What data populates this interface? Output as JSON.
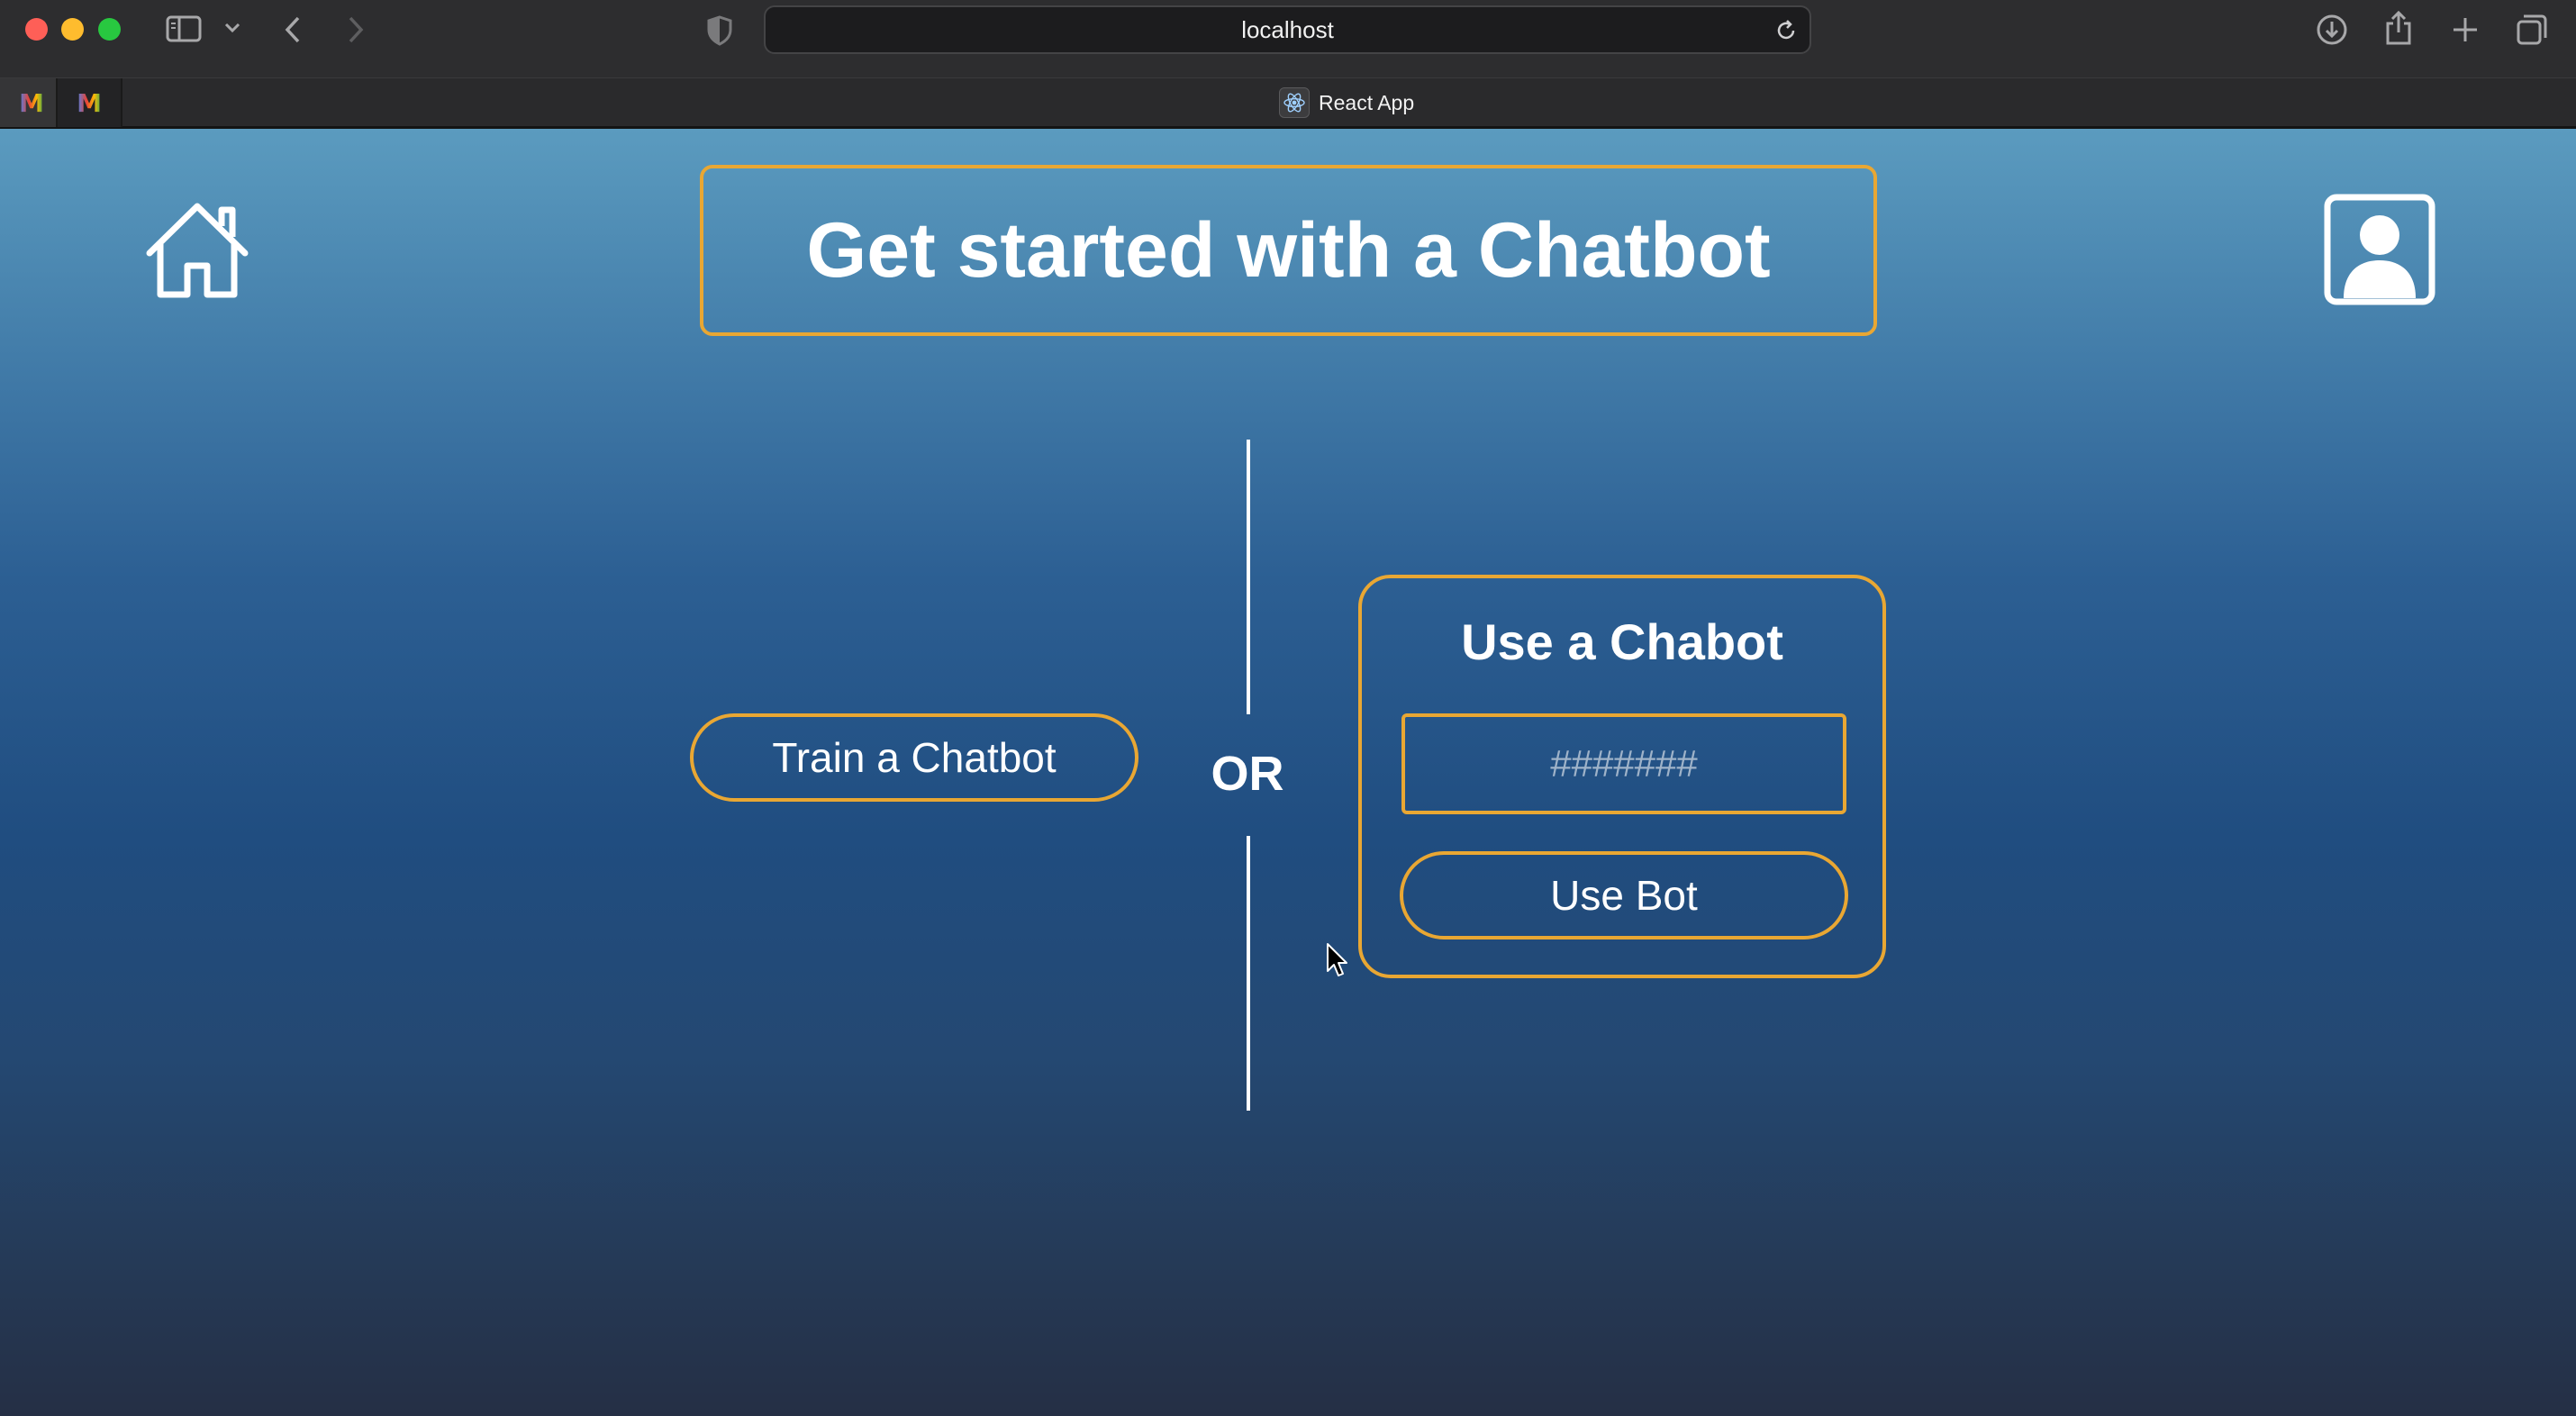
{
  "browser": {
    "address": "localhost",
    "active_tab_title": "React App",
    "pinned_tabs": [
      "M",
      "M"
    ],
    "icons": [
      "sidebar-icon",
      "chevron-down-icon",
      "back-icon",
      "forward-icon",
      "shield-icon",
      "reload-icon",
      "download-icon",
      "share-icon",
      "new-tab-icon",
      "tab-overview-icon"
    ]
  },
  "header": {
    "title": "Get started with a Chatbot",
    "home_icon": "home-icon",
    "user_icon": "user-profile-icon"
  },
  "main": {
    "train_button": "Train a Chatbot",
    "or_label": "OR",
    "use_card": {
      "title": "Use a Chabot",
      "input_placeholder": "#######",
      "input_value": "",
      "button": "Use Bot"
    }
  },
  "colors": {
    "accent": "#e9a733",
    "gradient_top": "#5b9bbf",
    "gradient_mid": "#204d80",
    "gradient_bottom": "#252f45",
    "text": "#ffffff"
  }
}
